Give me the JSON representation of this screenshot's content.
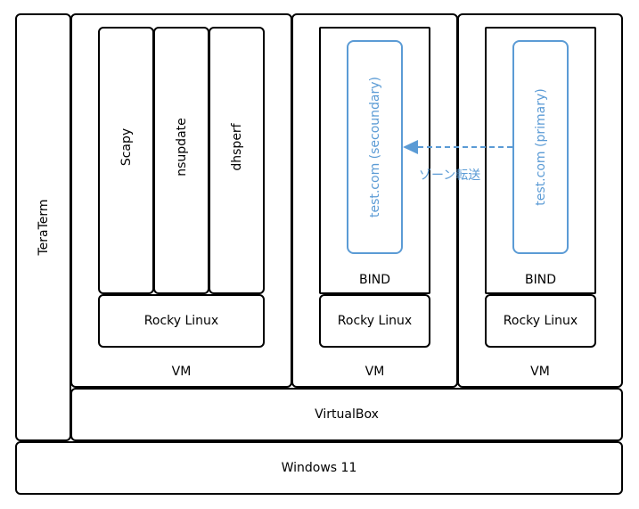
{
  "host": {
    "os": "Windows 11",
    "hypervisor": "VirtualBox",
    "terminal": "TeraTerm"
  },
  "vms": [
    {
      "label": "VM",
      "os": "Rocky Linux",
      "apps": [
        "Scapy",
        "nsupdate",
        "dhsperf"
      ]
    },
    {
      "label": "VM",
      "os": "Rocky Linux",
      "service": "BIND",
      "zone": "test.com (secoundary)"
    },
    {
      "label": "VM",
      "os": "Rocky Linux",
      "service": "BIND",
      "zone": "test.com (primary)"
    }
  ],
  "transfer": {
    "label": "ゾーン転送",
    "color": "#5b9bd5"
  }
}
